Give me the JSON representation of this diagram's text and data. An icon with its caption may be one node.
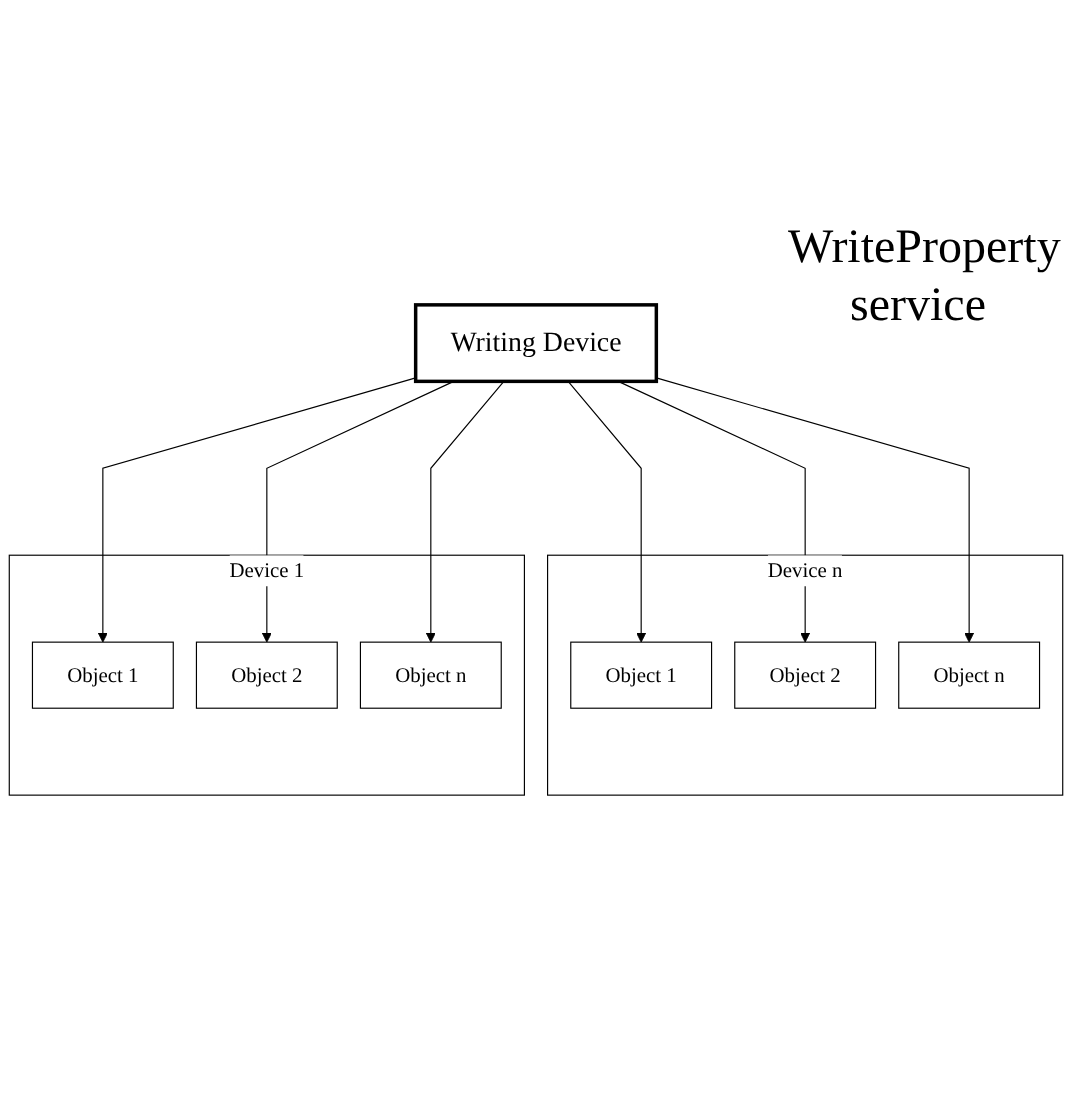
{
  "diagram": {
    "nodes": [
      {
        "text": [
          "Writing Device"
        ]
      },
      {
        "text": [
          "Device 1"
        ]
      },
      {
        "text": [
          "Object 1"
        ],
        "in": 1
      },
      {
        "text": [
          "Object 2"
        ],
        "in": 1
      },
      {
        "text": [
          "Object n"
        ],
        "in": 1
      },
      {
        "text": [
          "Device n"
        ]
      },
      {
        "text": [
          "Object 1"
        ],
        "in": 5
      },
      {
        "text": [
          "Object 2"
        ],
        "in": 5
      },
      {
        "text": [
          "Object n"
        ],
        "in": 5
      }
    ],
    "edges": [
      {
        "from": 0,
        "to": 2,
        "arrow": "to"
      },
      {
        "from": 0,
        "to": 3,
        "arrow": "to"
      },
      {
        "from": 0,
        "to": 4,
        "arrow": "to"
      },
      {
        "from": 0,
        "to": 6,
        "arrow": "to"
      },
      {
        "from": 0,
        "to": 7,
        "arrow": "to"
      },
      {
        "from": 0,
        "to": 8,
        "arrow": "to"
      }
    ],
    "labels": [
      "WriteProperty service"
    ]
  }
}
